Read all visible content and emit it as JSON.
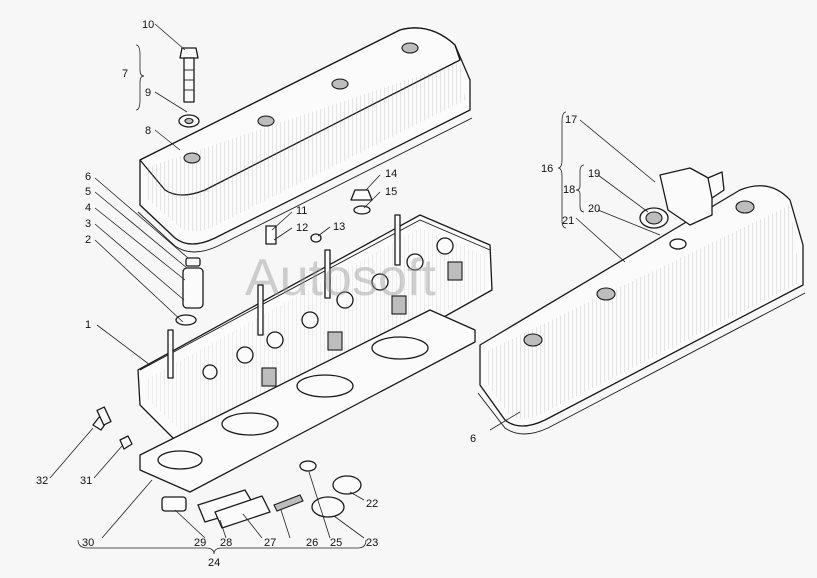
{
  "watermark": "Autosoft",
  "callouts": [
    "1",
    "2",
    "3",
    "4",
    "5",
    "6",
    "7",
    "8",
    "9",
    "10",
    "11",
    "12",
    "13",
    "14",
    "15",
    "16",
    "17",
    "18",
    "19",
    "20",
    "21",
    "22",
    "23",
    "24",
    "25",
    "26",
    "27",
    "28",
    "29",
    "30",
    "31",
    "32"
  ],
  "extra_labels": {
    "cover_right": "6"
  }
}
